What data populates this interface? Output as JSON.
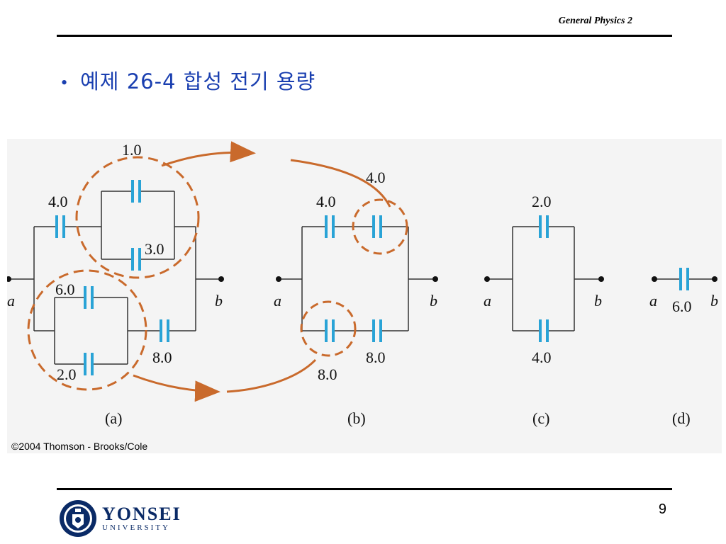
{
  "header": {
    "course": "General Physics 2"
  },
  "slide": {
    "bullet": "•",
    "title": "예제 26-4 합성 전기 용량"
  },
  "figure": {
    "circuits": {
      "a": {
        "caption": "(a)",
        "node_left": "a",
        "node_right": "b",
        "labels": {
          "c1": "1.0",
          "c4": "4.0",
          "c3": "3.0",
          "c6": "6.0",
          "c2": "2.0",
          "c8": "8.0"
        }
      },
      "b": {
        "caption": "(b)",
        "node_left": "a",
        "node_right": "b",
        "labels": {
          "c4a": "4.0",
          "c4b": "4.0",
          "c8a": "8.0",
          "c8b": "8.0"
        }
      },
      "c": {
        "caption": "(c)",
        "node_left": "a",
        "node_right": "b",
        "labels": {
          "c2": "2.0",
          "c4": "4.0"
        }
      },
      "d": {
        "caption": "(d)",
        "node_left": "a",
        "node_right": "b",
        "labels": {
          "c6": "6.0"
        }
      }
    },
    "copyright": "©2004 Thomson - Brooks/Cole",
    "colors": {
      "capacitor": "#29a3d6",
      "highlight": "#c96a2c",
      "wire": "#333333"
    }
  },
  "footer": {
    "logo_main": "YONSEI",
    "logo_sub": "UNIVERSITY",
    "page_number": "9"
  }
}
